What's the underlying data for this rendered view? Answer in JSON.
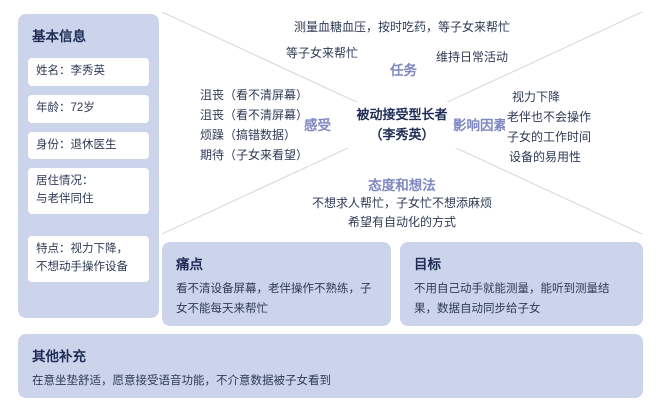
{
  "basic_info": {
    "title": "基本信息",
    "fields": [
      "姓名：李秀英",
      "年龄：72岁",
      "身份：退休医生",
      "居住情况：\n与老伴同住",
      "特点：视力下降，\n不想动手操作设备"
    ]
  },
  "map": {
    "center": {
      "line1": "被动接受型长者",
      "line2": "（李秀英）"
    },
    "tasks": {
      "label": "任务",
      "row1": "测量血糖血压，按时吃药，等子女来帮忙",
      "row2_left": "等子女来帮忙",
      "row2_right": "维持日常活动"
    },
    "feelings": {
      "label": "感受",
      "items": [
        "沮丧（看不清屏幕）",
        "沮丧（看不清屏幕）",
        "烦躁（搞错数据）",
        "期待（子女来看望）"
      ]
    },
    "factors": {
      "label": "影响因素",
      "items": [
        "视力下降",
        "老伴也不会操作",
        "子女的工作时间",
        "设备的易用性"
      ]
    },
    "attitudes": {
      "label": "态度和想法",
      "line1": "不想求人帮忙，子女忙不想添麻烦",
      "line2": "希望有自动化的方式"
    }
  },
  "pain": {
    "title": "痛点",
    "text": "看不清设备屏幕，老伴操作不熟练，子女不能每天来帮忙"
  },
  "goals": {
    "title": "目标",
    "text": "不用自己动手就能测量，能听到测量结果，数据自动同步给子女"
  },
  "other": {
    "title": "其他补充",
    "text": "在意坐垫舒适，愿意接受语音功能，不介意数据被子女看到"
  },
  "colors": {
    "panel_bg": "#ccd4ec",
    "heading": "#1f2d56",
    "body_text": "#2e3a55",
    "quadrant_label": "#7f88c0",
    "diagonal_line": "#d9dae3"
  }
}
